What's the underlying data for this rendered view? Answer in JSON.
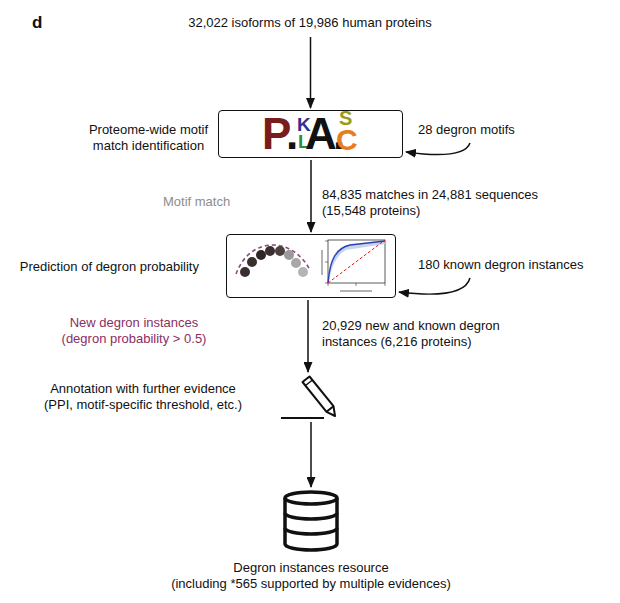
{
  "diagram": {
    "nodes": [
      {
        "text": [
          "32,022 isoforms of 19,986 human proteins"
        ]
      },
      {
        "text": [
          "Proteome-wide motif match identification"
        ]
      },
      {
        "text": [
          "28 degron motifs"
        ]
      },
      {
        "text": [
          "Prediction of degron probability"
        ]
      },
      {
        "text": [
          "180 known degron instances"
        ]
      },
      {
        "text": [
          "Annotation with further evidence",
          "(PPI, motif-specific threshold, etc.)"
        ]
      },
      {
        "text": [
          "Degron instances resource",
          "(including *565 supported by multiple evidences)"
        ]
      }
    ],
    "edges": [
      {
        "from": 0,
        "to": 1,
        "arrow": "to"
      },
      {
        "from": 2,
        "to": 1,
        "arrow": "to"
      },
      {
        "from": 1,
        "to": 3,
        "label": "Motif match",
        "arrow": "to"
      },
      {
        "from": 4,
        "to": 3,
        "arrow": "to"
      },
      {
        "from": 3,
        "to": 5,
        "label": "New degron instances (degron probability > 0.5)",
        "arrow": "to"
      },
      {
        "from": 5,
        "to": 6,
        "arrow": "to"
      }
    ],
    "labels": [
      "d",
      "P",
      ".",
      "K",
      "L",
      "A",
      ".",
      "S",
      "C",
      "84,835 matches in 24,881 sequences (15,548 proteins)",
      "20,929 new and known degron instances (6,216 proteins)"
    ]
  }
}
